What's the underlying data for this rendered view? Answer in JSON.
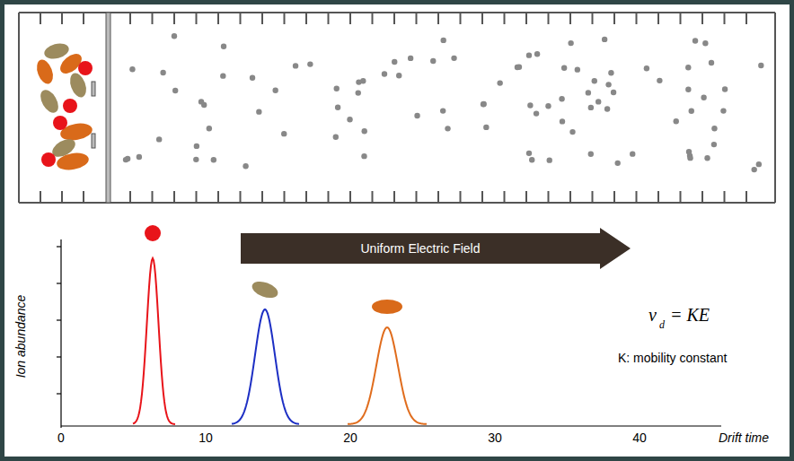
{
  "diagram": {
    "nodes": [
      {
        "text": [
          "Uniform Electric Field"
        ]
      }
    ],
    "labels": [
      "Ion abundance",
      "0",
      "10",
      "20",
      "30",
      "40",
      "Drift time",
      "v",
      "d",
      "= KE",
      "K: mobility constant"
    ]
  }
}
